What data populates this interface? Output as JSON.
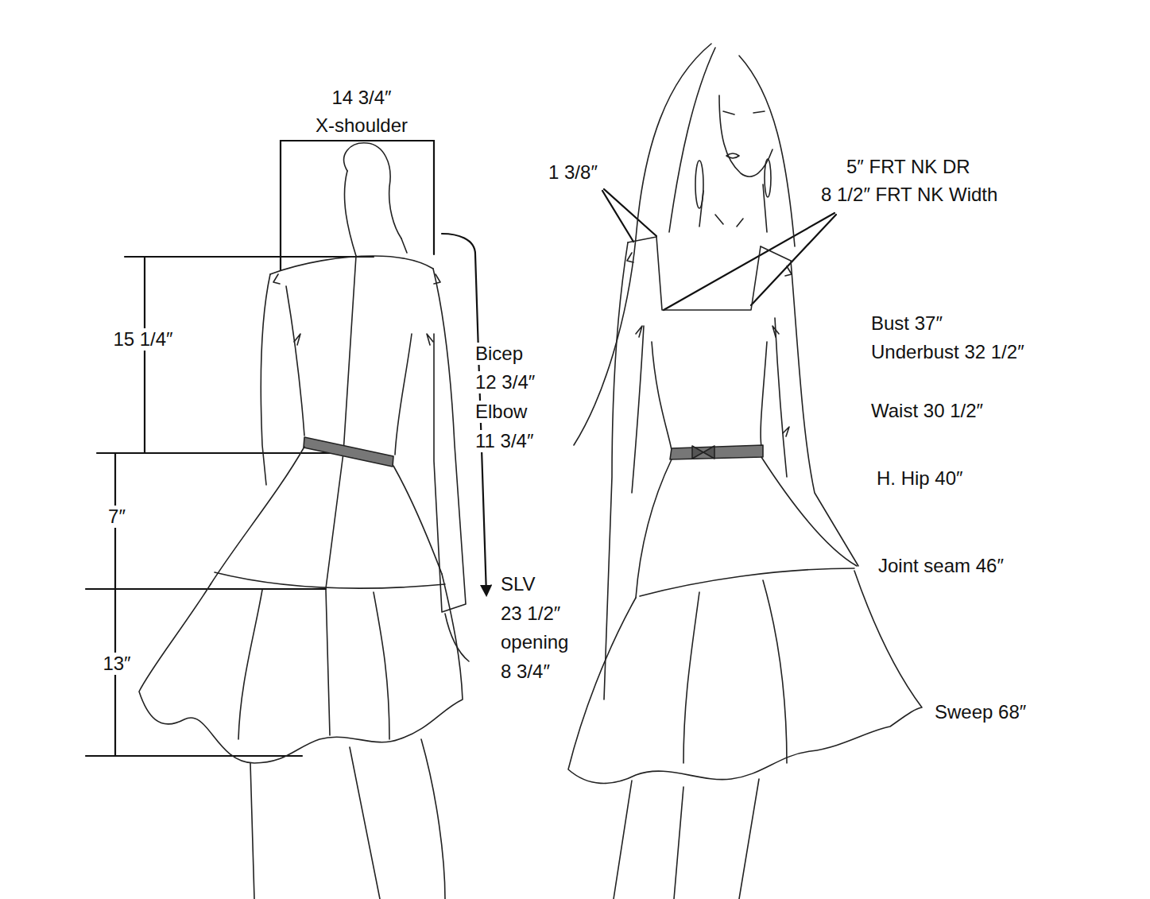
{
  "diagram": {
    "labels": [
      "14 3/4″",
      "X-shoulder",
      "15 1/4″",
      "Bicep",
      "12 3/4″",
      "Elbow",
      "11 3/4″",
      "7″",
      "SLV",
      "23 1/2″",
      "opening",
      "8 3/4″",
      "13″",
      "1 3/8″",
      "5″ FRT NK DR",
      "8 1/2″ FRT NK Width",
      "Bust 37″",
      "Underbust 32 1/2″",
      "Waist 30 1/2″",
      "H. Hip 40″",
      "Joint seam 46″",
      "Sweep 68″"
    ]
  }
}
